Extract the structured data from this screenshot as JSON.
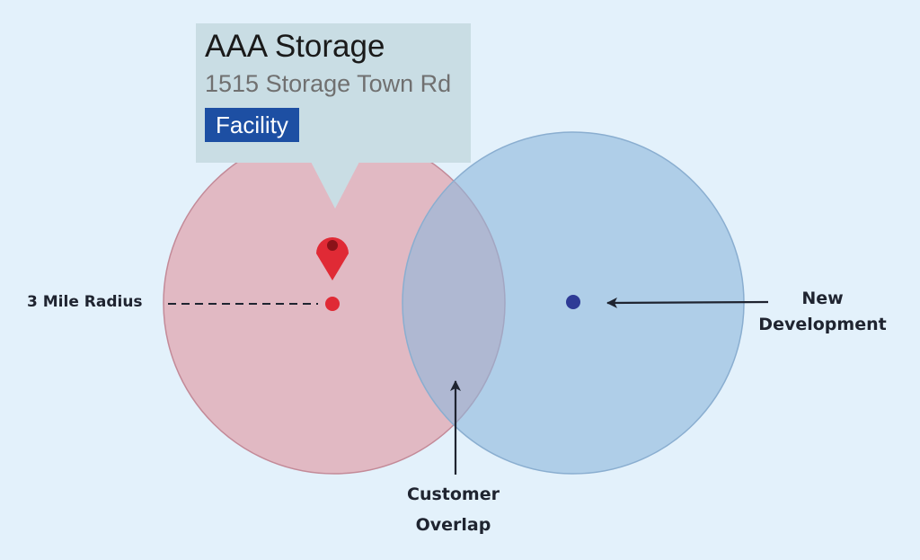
{
  "facility": {
    "name": "AAA Storage",
    "address": "1515 Storage Town Rd",
    "badge": "Facility"
  },
  "labels": {
    "radius": "3 Mile Radius",
    "development_line1": "New",
    "development_line2": "Development",
    "overlap_line1": "Customer",
    "overlap_line2": "Overlap"
  },
  "colors": {
    "background": "#e3f1fb",
    "facility_circle": "#e08a96",
    "development_circle": "#8fb8dc",
    "pin": "#e02a35",
    "development_dot": "#2e3b96",
    "badge": "#1d4fa3",
    "callout": "#c9dde4"
  },
  "icons": {
    "location_pin": "map-pin-icon"
  }
}
